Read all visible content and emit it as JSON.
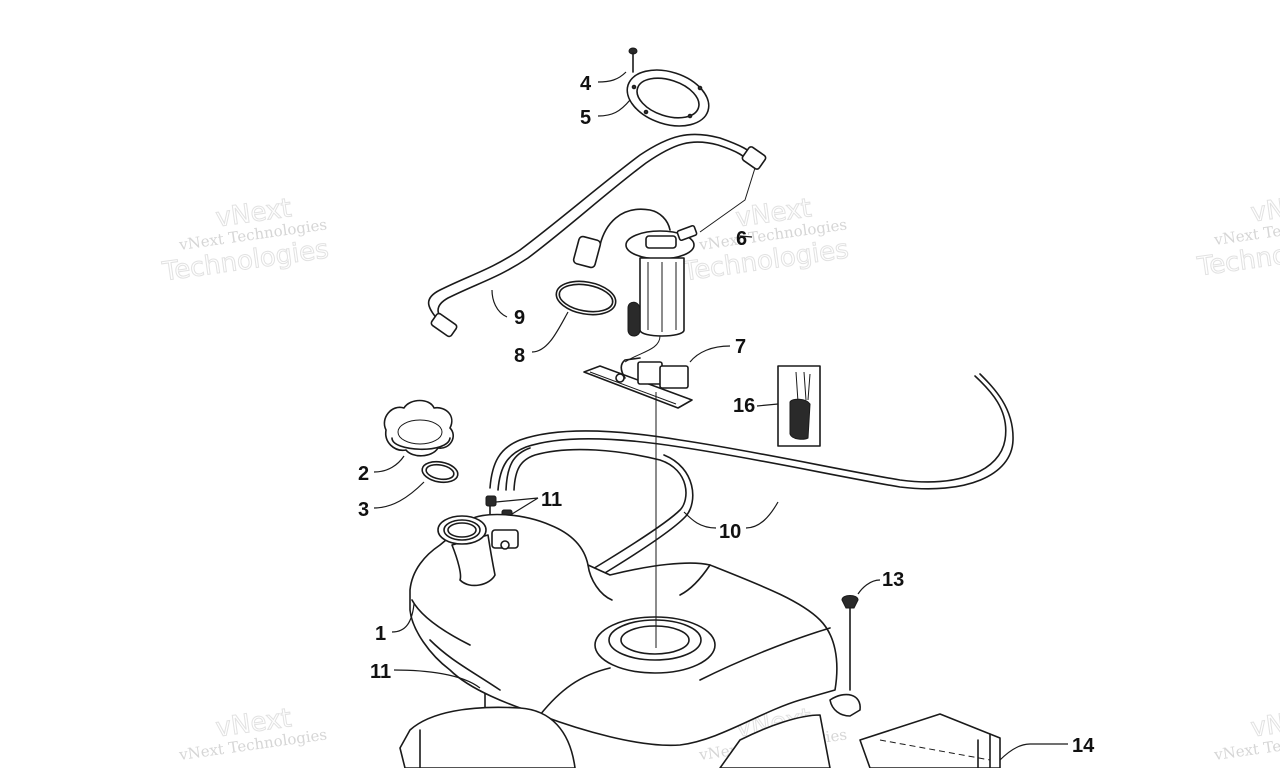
{
  "diagram": {
    "watermark": {
      "line1": "vNext Technologies",
      "line2": "vNext",
      "line3": "Technologies"
    },
    "callouts": [
      {
        "id": "c4",
        "label": "4"
      },
      {
        "id": "c5",
        "label": "5"
      },
      {
        "id": "c6",
        "label": "6"
      },
      {
        "id": "c7",
        "label": "7"
      },
      {
        "id": "c8",
        "label": "8"
      },
      {
        "id": "c9",
        "label": "9"
      },
      {
        "id": "c16",
        "label": "16"
      },
      {
        "id": "c2",
        "label": "2"
      },
      {
        "id": "c3",
        "label": "3"
      },
      {
        "id": "c11a",
        "label": "11"
      },
      {
        "id": "c10",
        "label": "10"
      },
      {
        "id": "c13",
        "label": "13"
      },
      {
        "id": "c1",
        "label": "1"
      },
      {
        "id": "c11b",
        "label": "11"
      },
      {
        "id": "c14",
        "label": "14"
      }
    ]
  }
}
